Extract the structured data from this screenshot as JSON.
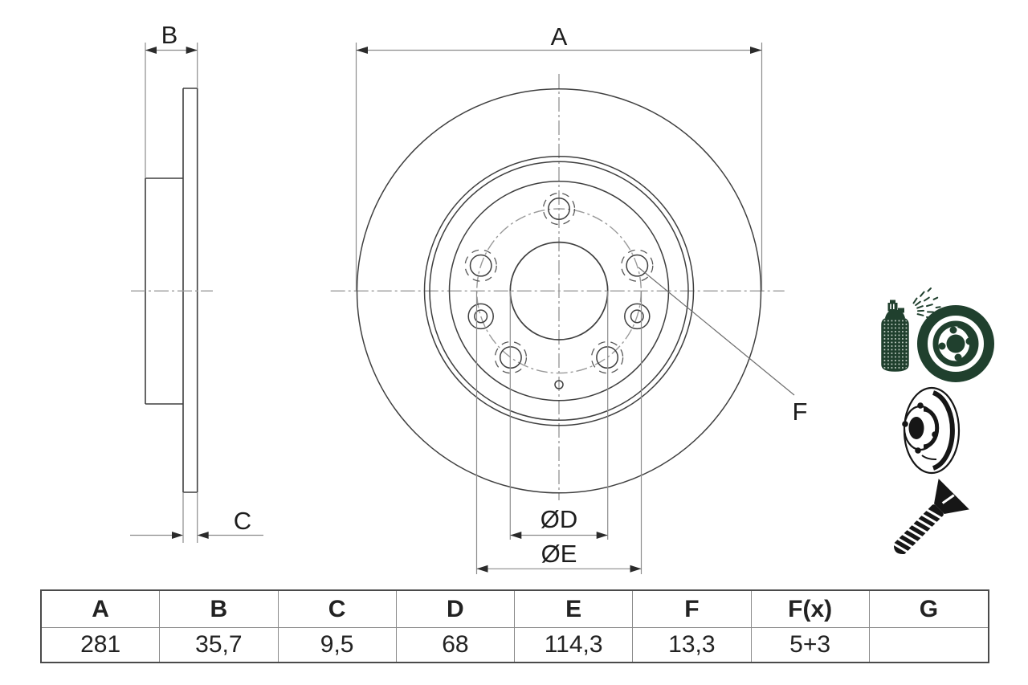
{
  "drawing": {
    "labels": {
      "a": "A",
      "b": "B",
      "c": "C",
      "d": "ØD",
      "e": "ØE",
      "f": "F"
    }
  },
  "table": {
    "headers": [
      "A",
      "B",
      "C",
      "D",
      "E",
      "F",
      "F(x)",
      "G"
    ],
    "values": [
      "281",
      "35,7",
      "9,5",
      "68",
      "114,3",
      "13,3",
      "5+3",
      ""
    ]
  },
  "icons": {
    "spray_can": "spray-can-icon",
    "sprayed_disc": "sprayed-disc-icon",
    "brake_disc": "brake-disc-icon",
    "screw": "countersunk-screw-icon"
  },
  "colors": {
    "background": "#ffffff",
    "drawing_line": "#3f3f3f",
    "centerline": "#9a9a9a",
    "dimension_line": "#8c8c8c",
    "arrow": "#2b2b2b",
    "label_text": "#1d1d1d",
    "table_border": "#4a4a4a",
    "table_grid": "#8a8a8a",
    "table_text": "#222222",
    "icon_green": "#20402e",
    "icon_black": "#161616"
  }
}
